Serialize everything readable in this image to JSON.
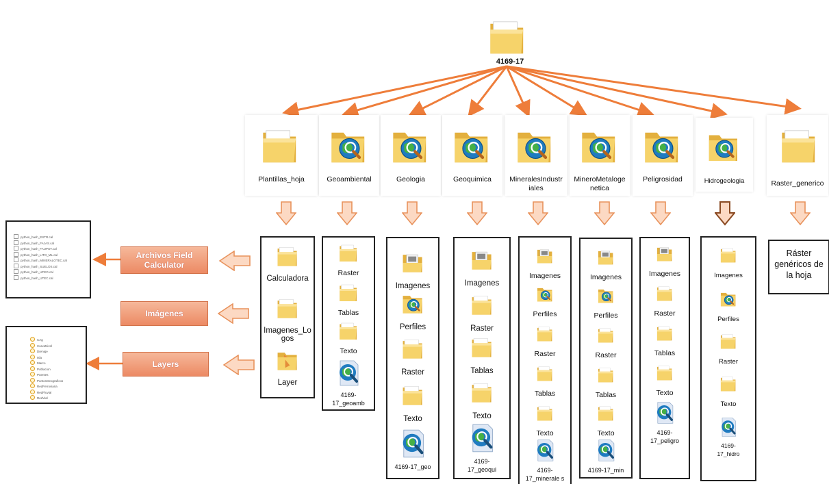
{
  "root": {
    "label": "4169-17"
  },
  "top_folders": [
    {
      "label": "Plantillas_hoja",
      "icon": "plain-folder-icon"
    },
    {
      "label": "Geoambiental",
      "icon": "geodatabase-folder-icon"
    },
    {
      "label": "Geologia",
      "icon": "geodatabase-folder-icon"
    },
    {
      "label": "Geoquimica",
      "icon": "geodatabase-folder-icon"
    },
    {
      "label": "MineralesIndustriales",
      "icon": "geodatabase-folder-icon"
    },
    {
      "label": "MineroMetalogenetica",
      "icon": "geodatabase-folder-icon"
    },
    {
      "label": "Peligrosidad",
      "icon": "geodatabase-folder-icon"
    },
    {
      "label": "Hidrogeologia",
      "icon": "geodatabase-folder-icon"
    },
    {
      "label": "Raster_generico",
      "icon": "plain-folder-icon"
    }
  ],
  "columns": {
    "plantillas": [
      "Calculadora",
      "Imagenes_Logos",
      "Layer"
    ],
    "geoambiental": [
      "Raster",
      "Tablas",
      "Texto",
      "4169-17_geoamb"
    ],
    "geologia": [
      "Imagenes",
      "Perfiles",
      "Raster",
      "Texto",
      "4169-17_geo"
    ],
    "geoquimica": [
      "Imagenes",
      "Raster",
      "Tablas",
      "Texto",
      "4169-17_geoqui"
    ],
    "minerales": [
      "Imagenes",
      "Perfiles",
      "Raster",
      "Tablas",
      "Texto",
      "4169-17_minerale s"
    ],
    "minero": [
      "Imagenes",
      "Perfiles",
      "Raster",
      "Tablas",
      "Texto",
      "4169-17_min"
    ],
    "peligrosidad": [
      "Imagenes",
      "Raster",
      "Tablas",
      "Texto",
      "4169-17_peligro"
    ],
    "hidrogeologia": [
      "Imagenes",
      "Perfiles",
      "Raster",
      "Texto",
      "4169-17_hidro"
    ]
  },
  "raster_generico_box": {
    "text": "Ráster genéricos de la hoja"
  },
  "side_labels": [
    {
      "text": "Archivos Field Calculator"
    },
    {
      "text": "Imágenes"
    },
    {
      "text": "Layers"
    }
  ],
  "field_calculator_files": [
    "python_hash_ESTR.cal",
    "python_hash_FAJAS.cal",
    "python_hash_FAUPOT.cal",
    "python_hash_LITO_ML.cal",
    "python_hash_MINERALOTEC.cal",
    "python_hash_SUELOS.cal",
    "python_hash_UFEO.cal",
    "python_hash_UTEC.cal"
  ],
  "layer_files": [
    "CAg",
    "CurvaNivel",
    "Drenaje",
    "Isla",
    "Marco",
    "Poblacion",
    "Puentes",
    "PuntosGeograficos",
    "RedFerroviaria",
    "RedFluvial",
    "RedVial"
  ],
  "colors": {
    "arrow": "#ee7d3a",
    "down_arrow_fill": "#fcd9c3",
    "down_arrow_stroke": "#e8925c",
    "folder": "#f5cd5c",
    "box_fill": "#ec8a64"
  }
}
